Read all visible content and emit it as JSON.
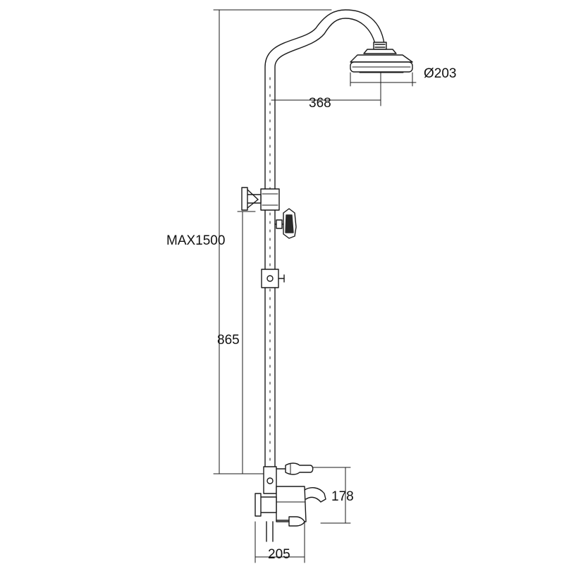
{
  "diagram": {
    "colors": {
      "line": "#1a1a1a",
      "fill": "#ffffff",
      "dark": "#2a2a2a"
    },
    "dimensions": {
      "head_diameter": "Ø203",
      "arm_reach": "368",
      "total_height": "MAX1500",
      "slider_height": "865",
      "spout_height": "178",
      "mixer_width": "205"
    },
    "parts": [
      "shower-head",
      "gooseneck-arm",
      "riser-pipe",
      "diverter-handle",
      "slide-bracket",
      "bath-mixer",
      "spout"
    ]
  }
}
